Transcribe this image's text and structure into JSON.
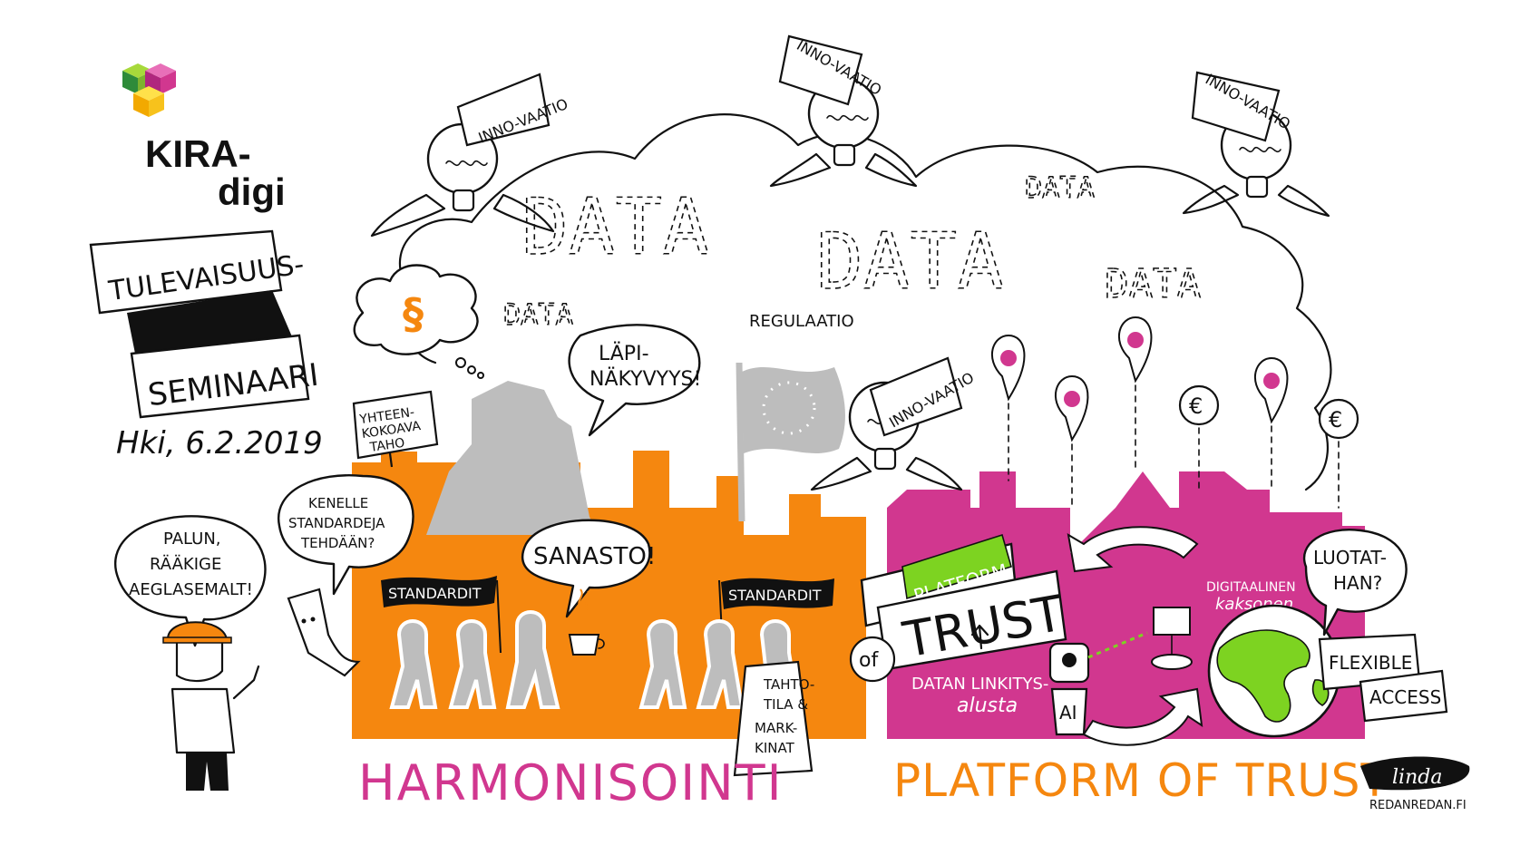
{
  "logo": {
    "line1": "KIRA-",
    "line2": "digi"
  },
  "seminar": {
    "banner_top": "TULEVAISUUS-",
    "banner_bottom": "SEMINAARI",
    "date": "Hki, 6.2.2019"
  },
  "data_words": [
    "DATA",
    "DATA",
    "DATA",
    "DATA",
    "DATA"
  ],
  "innovation_banners": [
    "INNO-VAATIO",
    "INNO-VAATIO",
    "INNO-VAATIO",
    "INNO-VAATIO"
  ],
  "harmonisation": {
    "title": "HARMONISOINTI",
    "convener_sign_line1": "YHTEEN-",
    "convener_sign_line2": "KOKOAVA",
    "convener_sign_line3": "TAHO",
    "transparency_line1": "LÄPI-",
    "transparency_line2": "NÄKYVYYS!",
    "regulation": "REGULAATIO",
    "standards_flag_left": "STANDARDIT",
    "standards_flag_right": "STANDARDIT",
    "vocabulary": "SANASTO!",
    "who_line1": "KENELLE",
    "who_line2": "STANDARDEJA",
    "who_line3": "TEHDÄÄN?",
    "please_line1": "PALUN,",
    "please_line2": "RÄÄKIGE",
    "please_line3": "AEGLASEMALT!",
    "sign_line1": "TAHTO-",
    "sign_line2": "TILA &",
    "sign_line3": "MARK-",
    "sign_line4": "KINAT"
  },
  "platform": {
    "title": "PLATFORM OF TRUST",
    "badge_top": "PLATFORM",
    "badge_main": "TRUST",
    "badge_of": "of",
    "linking_line1": "DATAN LINKITYS-",
    "linking_line2": "alusta",
    "digital_twin_line1": "DIGITAALINEN",
    "digital_twin_line2": "kaksonen",
    "trust_question_line1": "LUOTAT-",
    "trust_question_line2": "HAN?",
    "ai_label": "AI",
    "flexible": "FLEXIBLE",
    "access": "ACCESS",
    "euro": "€"
  },
  "signature": {
    "name": "linda",
    "site": "REDANREDAN.FI"
  },
  "colors": {
    "orange": "#F5870F",
    "magenta": "#D1378F",
    "green": "#7DD321",
    "grey": "#BDBDBD",
    "pin": "#D1378F"
  }
}
